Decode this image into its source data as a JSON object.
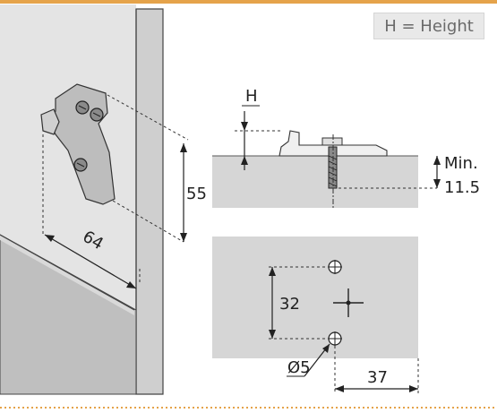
{
  "legend": {
    "text": "H = Height"
  },
  "dimensions": {
    "plate_height": "55",
    "plate_width": "64",
    "height_symbol": "H",
    "min_label": "Min.",
    "min_value": "11.5",
    "hole_spacing": "32",
    "hole_diameter": "Ø5",
    "edge_offset": "37"
  },
  "colors": {
    "top_border": "#e5a34a",
    "panel_gray": "#d6d6d6",
    "panel_dark": "#c3c3c3",
    "background": "#ffffff"
  }
}
